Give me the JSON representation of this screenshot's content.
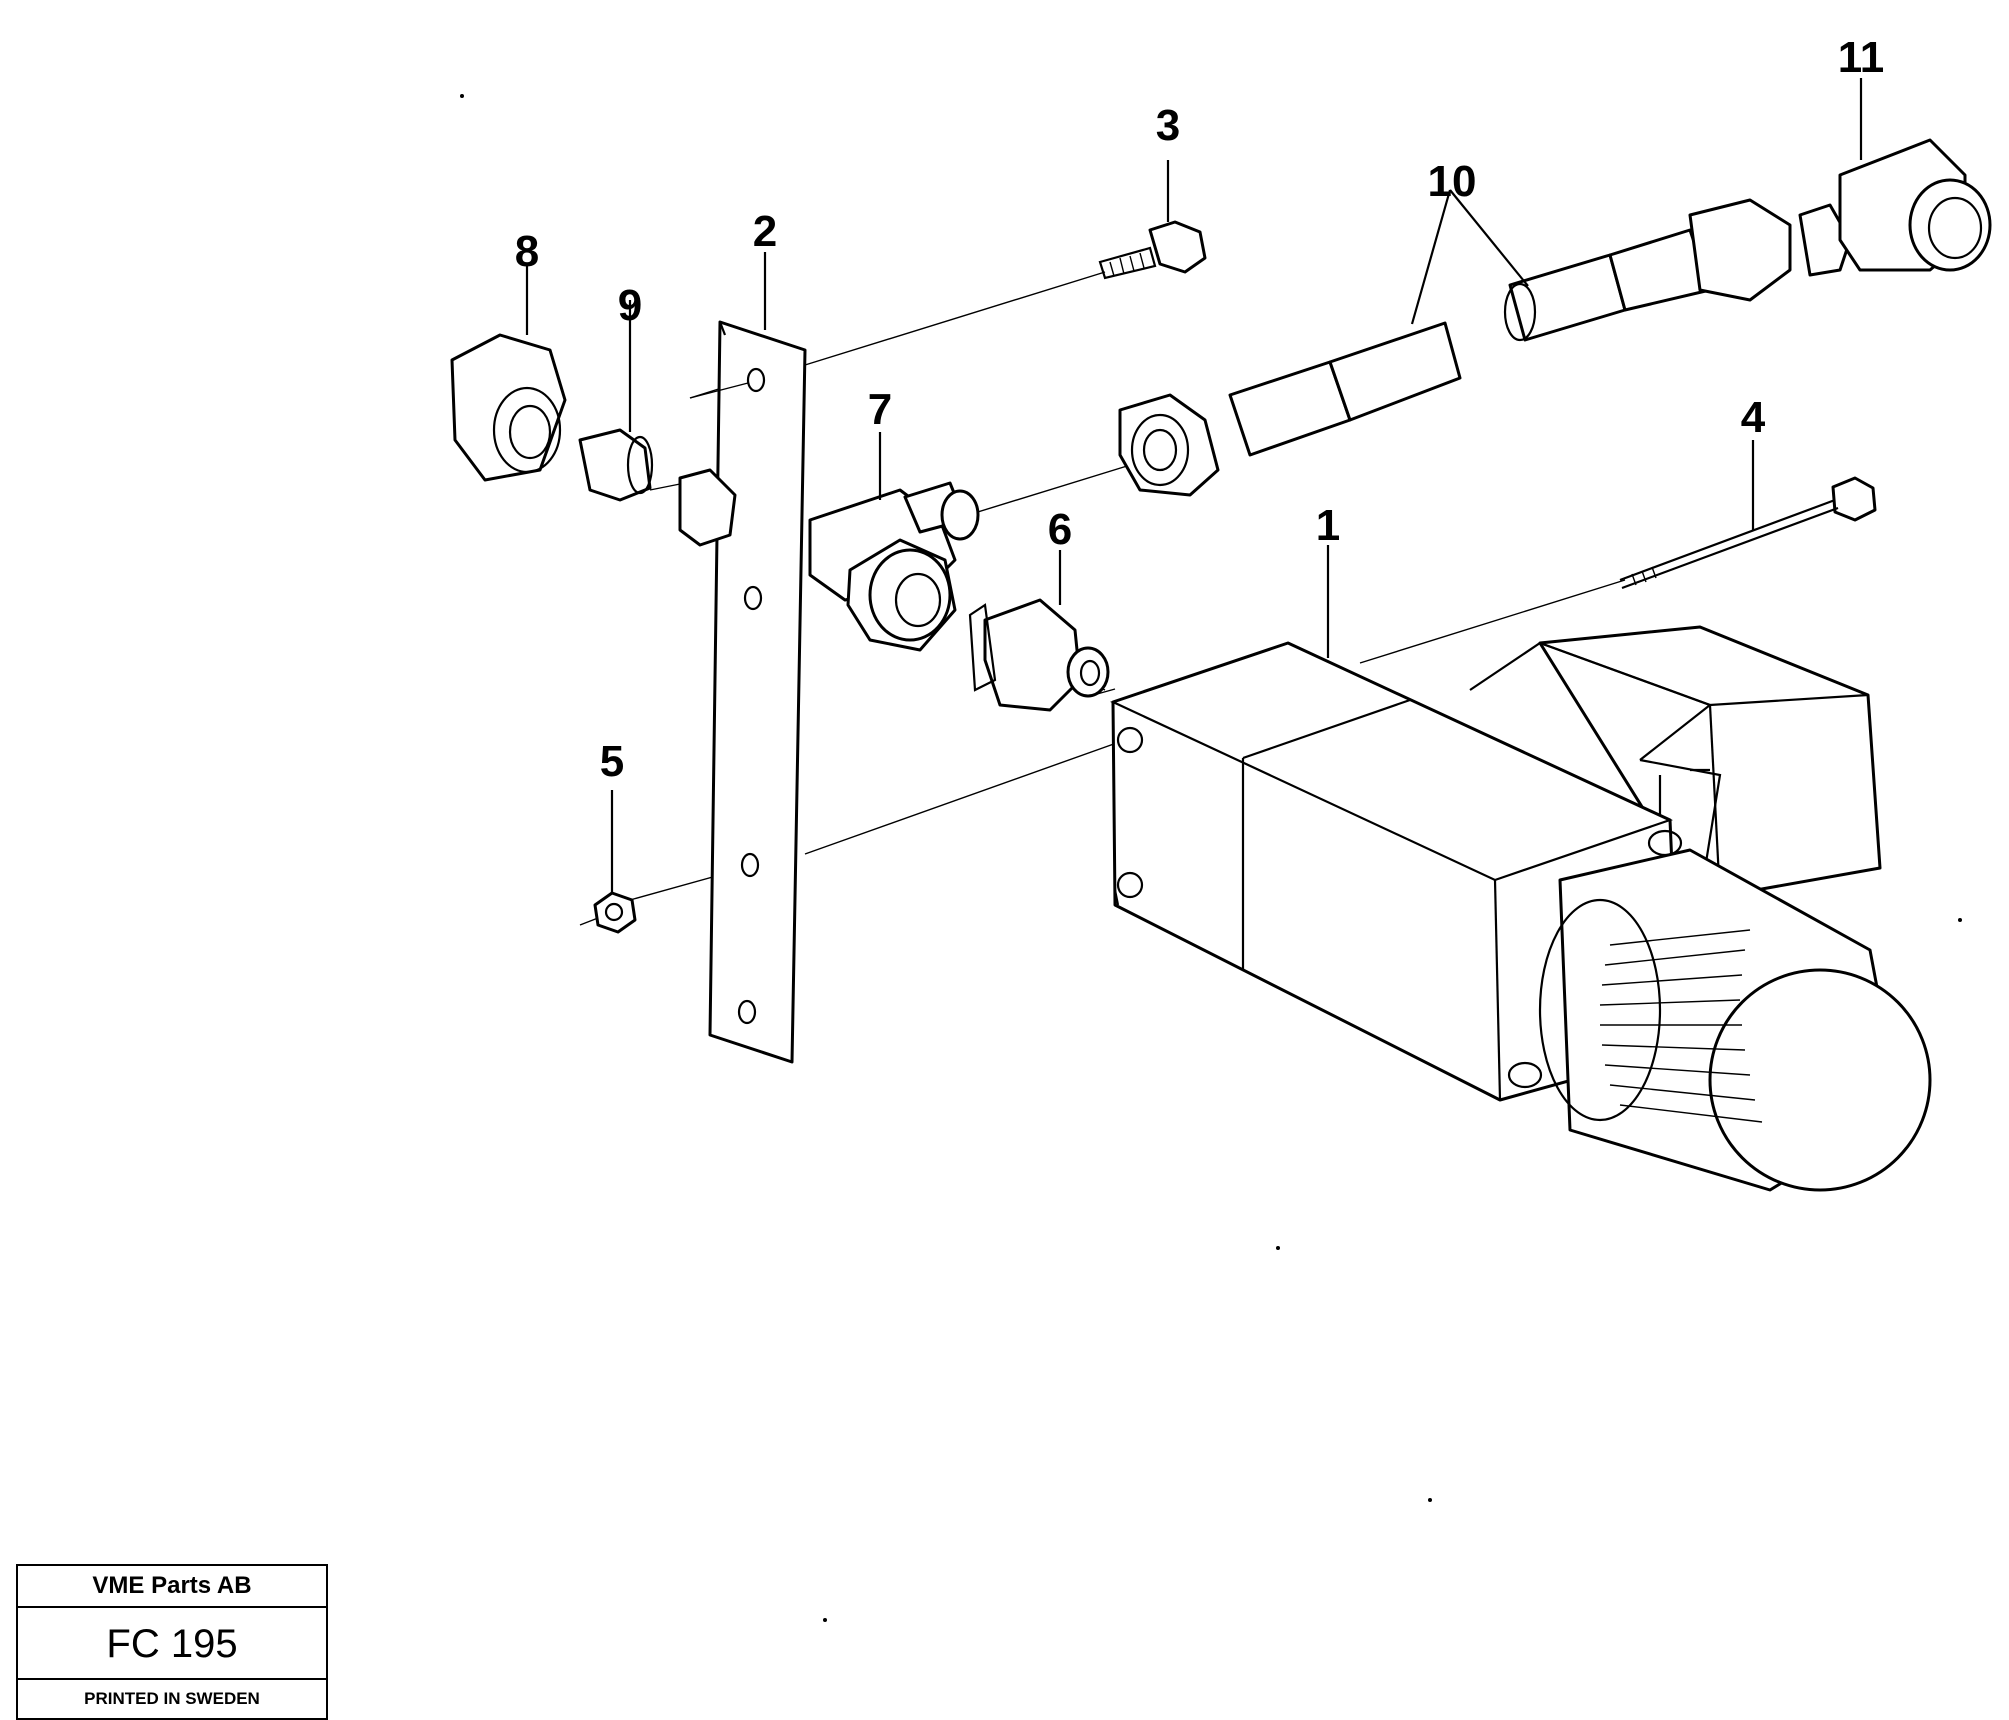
{
  "callouts": [
    {
      "id": "1",
      "text": "1"
    },
    {
      "id": "2",
      "text": "2"
    },
    {
      "id": "3",
      "text": "3"
    },
    {
      "id": "4",
      "text": "4"
    },
    {
      "id": "5",
      "text": "5"
    },
    {
      "id": "6",
      "text": "6"
    },
    {
      "id": "7",
      "text": "7"
    },
    {
      "id": "8",
      "text": "8"
    },
    {
      "id": "9",
      "text": "9"
    },
    {
      "id": "10",
      "text": "10"
    },
    {
      "id": "11",
      "text": "11"
    }
  ],
  "title_block": {
    "company": "VME Parts AB",
    "figure_code": "FC 195",
    "printed": "PRINTED IN SWEDEN"
  },
  "colors": {
    "line": "#000000",
    "background": "#ffffff"
  }
}
